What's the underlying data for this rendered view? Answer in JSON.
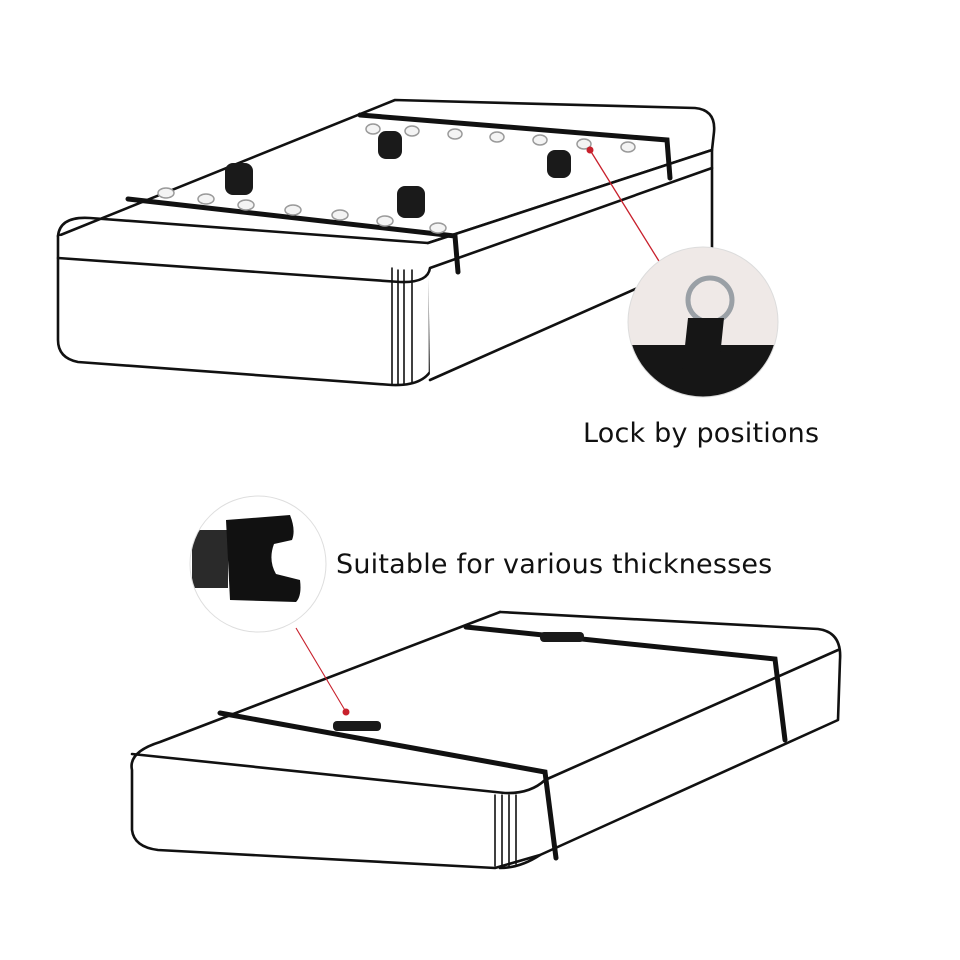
{
  "figure": {
    "title": "Bed restraint strap system product illustration",
    "background": "#ffffff",
    "line_color": "#111111",
    "pointer_color": "#c8202c"
  },
  "panels": [
    {
      "id": "top",
      "subject": "mattress-with-anchor-rings",
      "callout": {
        "label": "Lock by positions",
        "detail_icon": "d-ring-strap-icon"
      },
      "ring_count_front": 8,
      "ring_count_back": 8,
      "cuff_count": 4
    },
    {
      "id": "bottom",
      "subject": "mattress-with-straps",
      "callout": {
        "label": "Suitable for various thicknesses",
        "detail_icon": "buckle-icon"
      },
      "strap_count": 2
    }
  ]
}
